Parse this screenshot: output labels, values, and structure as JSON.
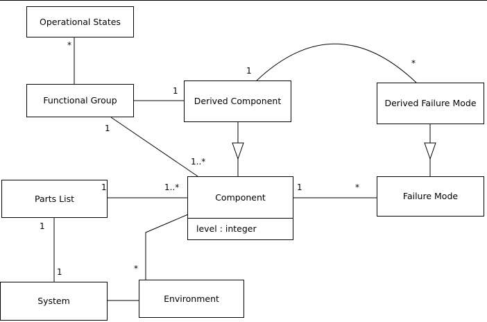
{
  "diagram": {
    "nodes": {
      "operational_states": {
        "label": "Operational States"
      },
      "functional_group": {
        "label": "Functional Group"
      },
      "derived_component": {
        "label": "Derived Component"
      },
      "derived_failure_mode": {
        "label": "Derived Failure Mode"
      },
      "parts_list": {
        "label": "Parts List"
      },
      "component": {
        "label": "Component",
        "attributes": "level : integer"
      },
      "failure_mode": {
        "label": "Failure Mode"
      },
      "system": {
        "label": "System"
      },
      "environment": {
        "label": "Environment"
      }
    },
    "multiplicities": {
      "operational_states_functional_group": "*",
      "functional_group_derived_component": "1",
      "arc_derived_component_end": "1",
      "arc_derived_failure_mode_end": "*",
      "functional_group_component_source": "1",
      "functional_group_component_target": "1..*",
      "parts_list_component_source": "1",
      "parts_list_component_target": "1..*",
      "component_failure_mode_source": "1",
      "component_failure_mode_target": "*",
      "parts_list_system_source": "1",
      "parts_list_system_target": "1",
      "component_environment": "*"
    }
  }
}
